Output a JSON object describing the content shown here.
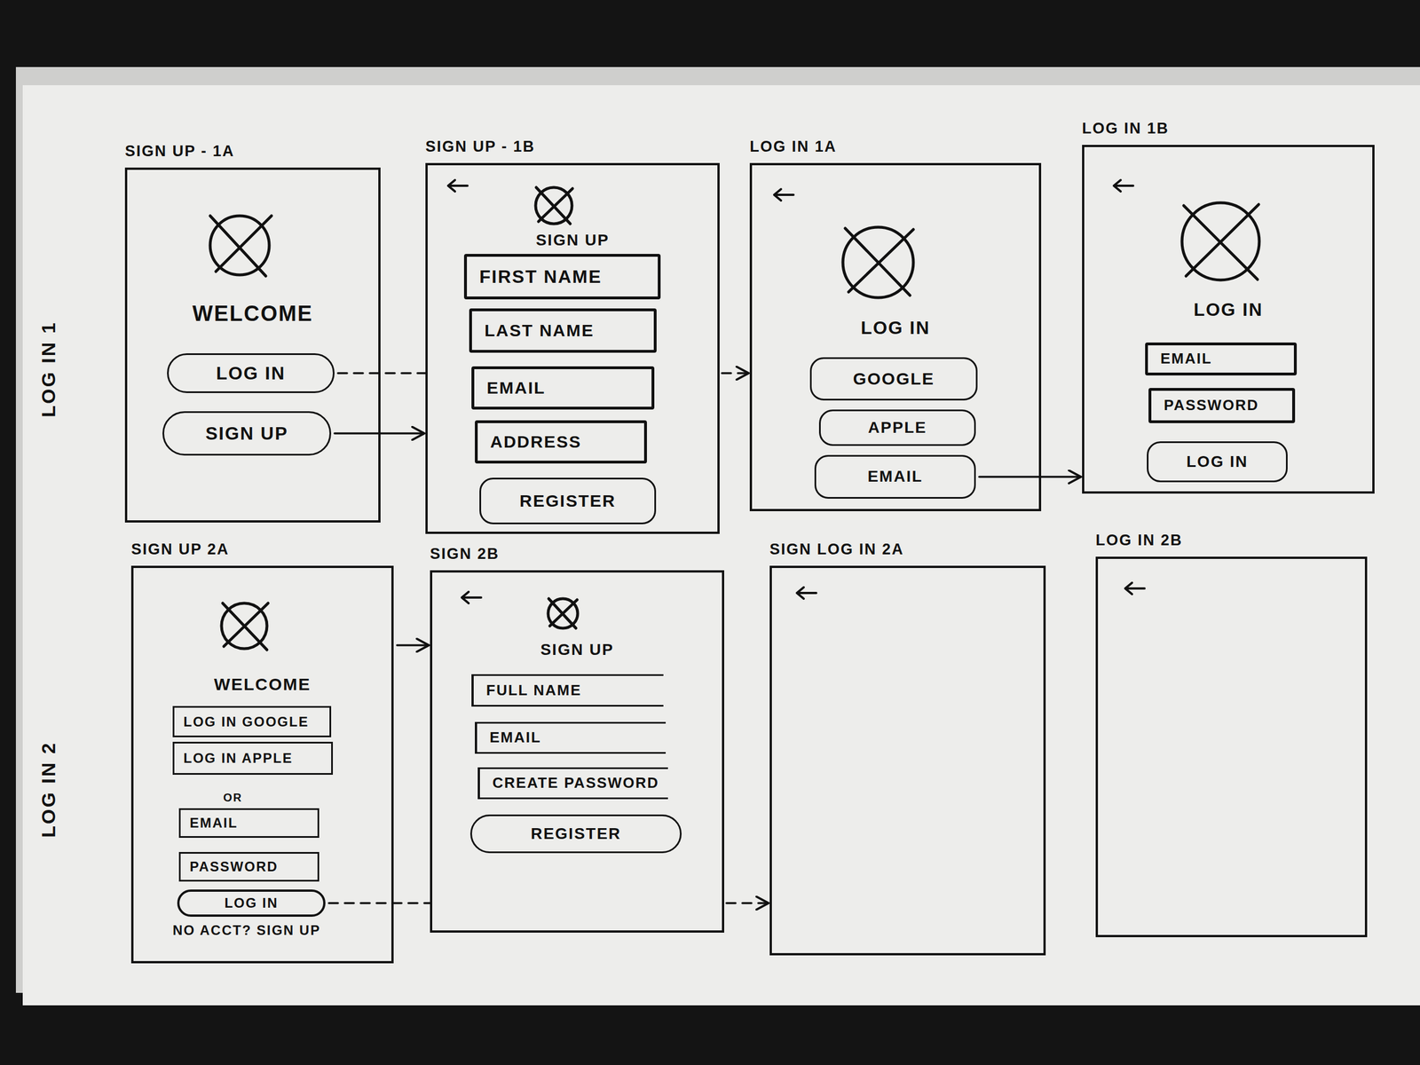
{
  "diagram": {
    "nodes": [
      {
        "text": [
          "SIGN UP - 1A",
          "WELCOME"
        ]
      },
      {
        "text": [
          "LOG IN"
        ],
        "in": 0
      },
      {
        "text": [
          "SIGN UP"
        ],
        "in": 0
      },
      {
        "text": [
          "SIGN UP - 1B",
          "SIGN UP"
        ]
      },
      {
        "text": [
          "FIRST NAME"
        ],
        "in": 3
      },
      {
        "text": [
          "LAST NAME"
        ],
        "in": 3
      },
      {
        "text": [
          "EMAIL"
        ],
        "in": 3
      },
      {
        "text": [
          "ADDRESS"
        ],
        "in": 3
      },
      {
        "text": [
          "REGISTER"
        ],
        "in": 3
      },
      {
        "text": [
          "LOG IN 1A",
          "LOG IN"
        ]
      },
      {
        "text": [
          "GOOGLE"
        ],
        "in": 9
      },
      {
        "text": [
          "APPLE"
        ],
        "in": 9
      },
      {
        "text": [
          "EMAIL"
        ],
        "in": 9
      },
      {
        "text": [
          "LOG IN 1B",
          "LOG IN"
        ]
      },
      {
        "text": [
          "EMAIL"
        ],
        "in": 13
      },
      {
        "text": [
          "PASSWORD"
        ],
        "in": 13
      },
      {
        "text": [
          "LOG IN"
        ],
        "in": 13
      },
      {
        "text": [
          "SIGN UP 2A",
          "WELCOME",
          "OR",
          "NO ACCT? SIGN UP"
        ]
      },
      {
        "text": [
          "LOG IN GOOGLE"
        ],
        "in": 17
      },
      {
        "text": [
          "LOG IN APPLE"
        ],
        "in": 17
      },
      {
        "text": [
          "EMAIL"
        ],
        "in": 17
      },
      {
        "text": [
          "PASSWORD"
        ],
        "in": 17
      },
      {
        "text": [
          "LOG IN"
        ],
        "in": 17
      },
      {
        "text": [
          "SIGN 2B",
          "SIGN UP"
        ]
      },
      {
        "text": [
          "FULL NAME"
        ],
        "in": 23
      },
      {
        "text": [
          "EMAIL"
        ],
        "in": 23
      },
      {
        "text": [
          "CREATE PASSWORD"
        ],
        "in": 23
      },
      {
        "text": [
          "REGISTER"
        ],
        "in": 23
      },
      {
        "text": [
          "SIGN LOG IN 2A"
        ]
      },
      {
        "text": [
          "LOG IN 2B"
        ]
      }
    ],
    "edges": [
      {
        "from": 1,
        "to": 9,
        "arrow": "to"
      },
      {
        "from": 2,
        "to": 3,
        "arrow": "to"
      },
      {
        "from": 12,
        "to": 13,
        "arrow": "to"
      },
      {
        "from": 17,
        "to": 23,
        "arrow": "to"
      },
      {
        "from": 22,
        "to": 28,
        "arrow": "to"
      }
    ],
    "labels": [
      "LOG IN 1",
      "LOG IN 2"
    ]
  }
}
